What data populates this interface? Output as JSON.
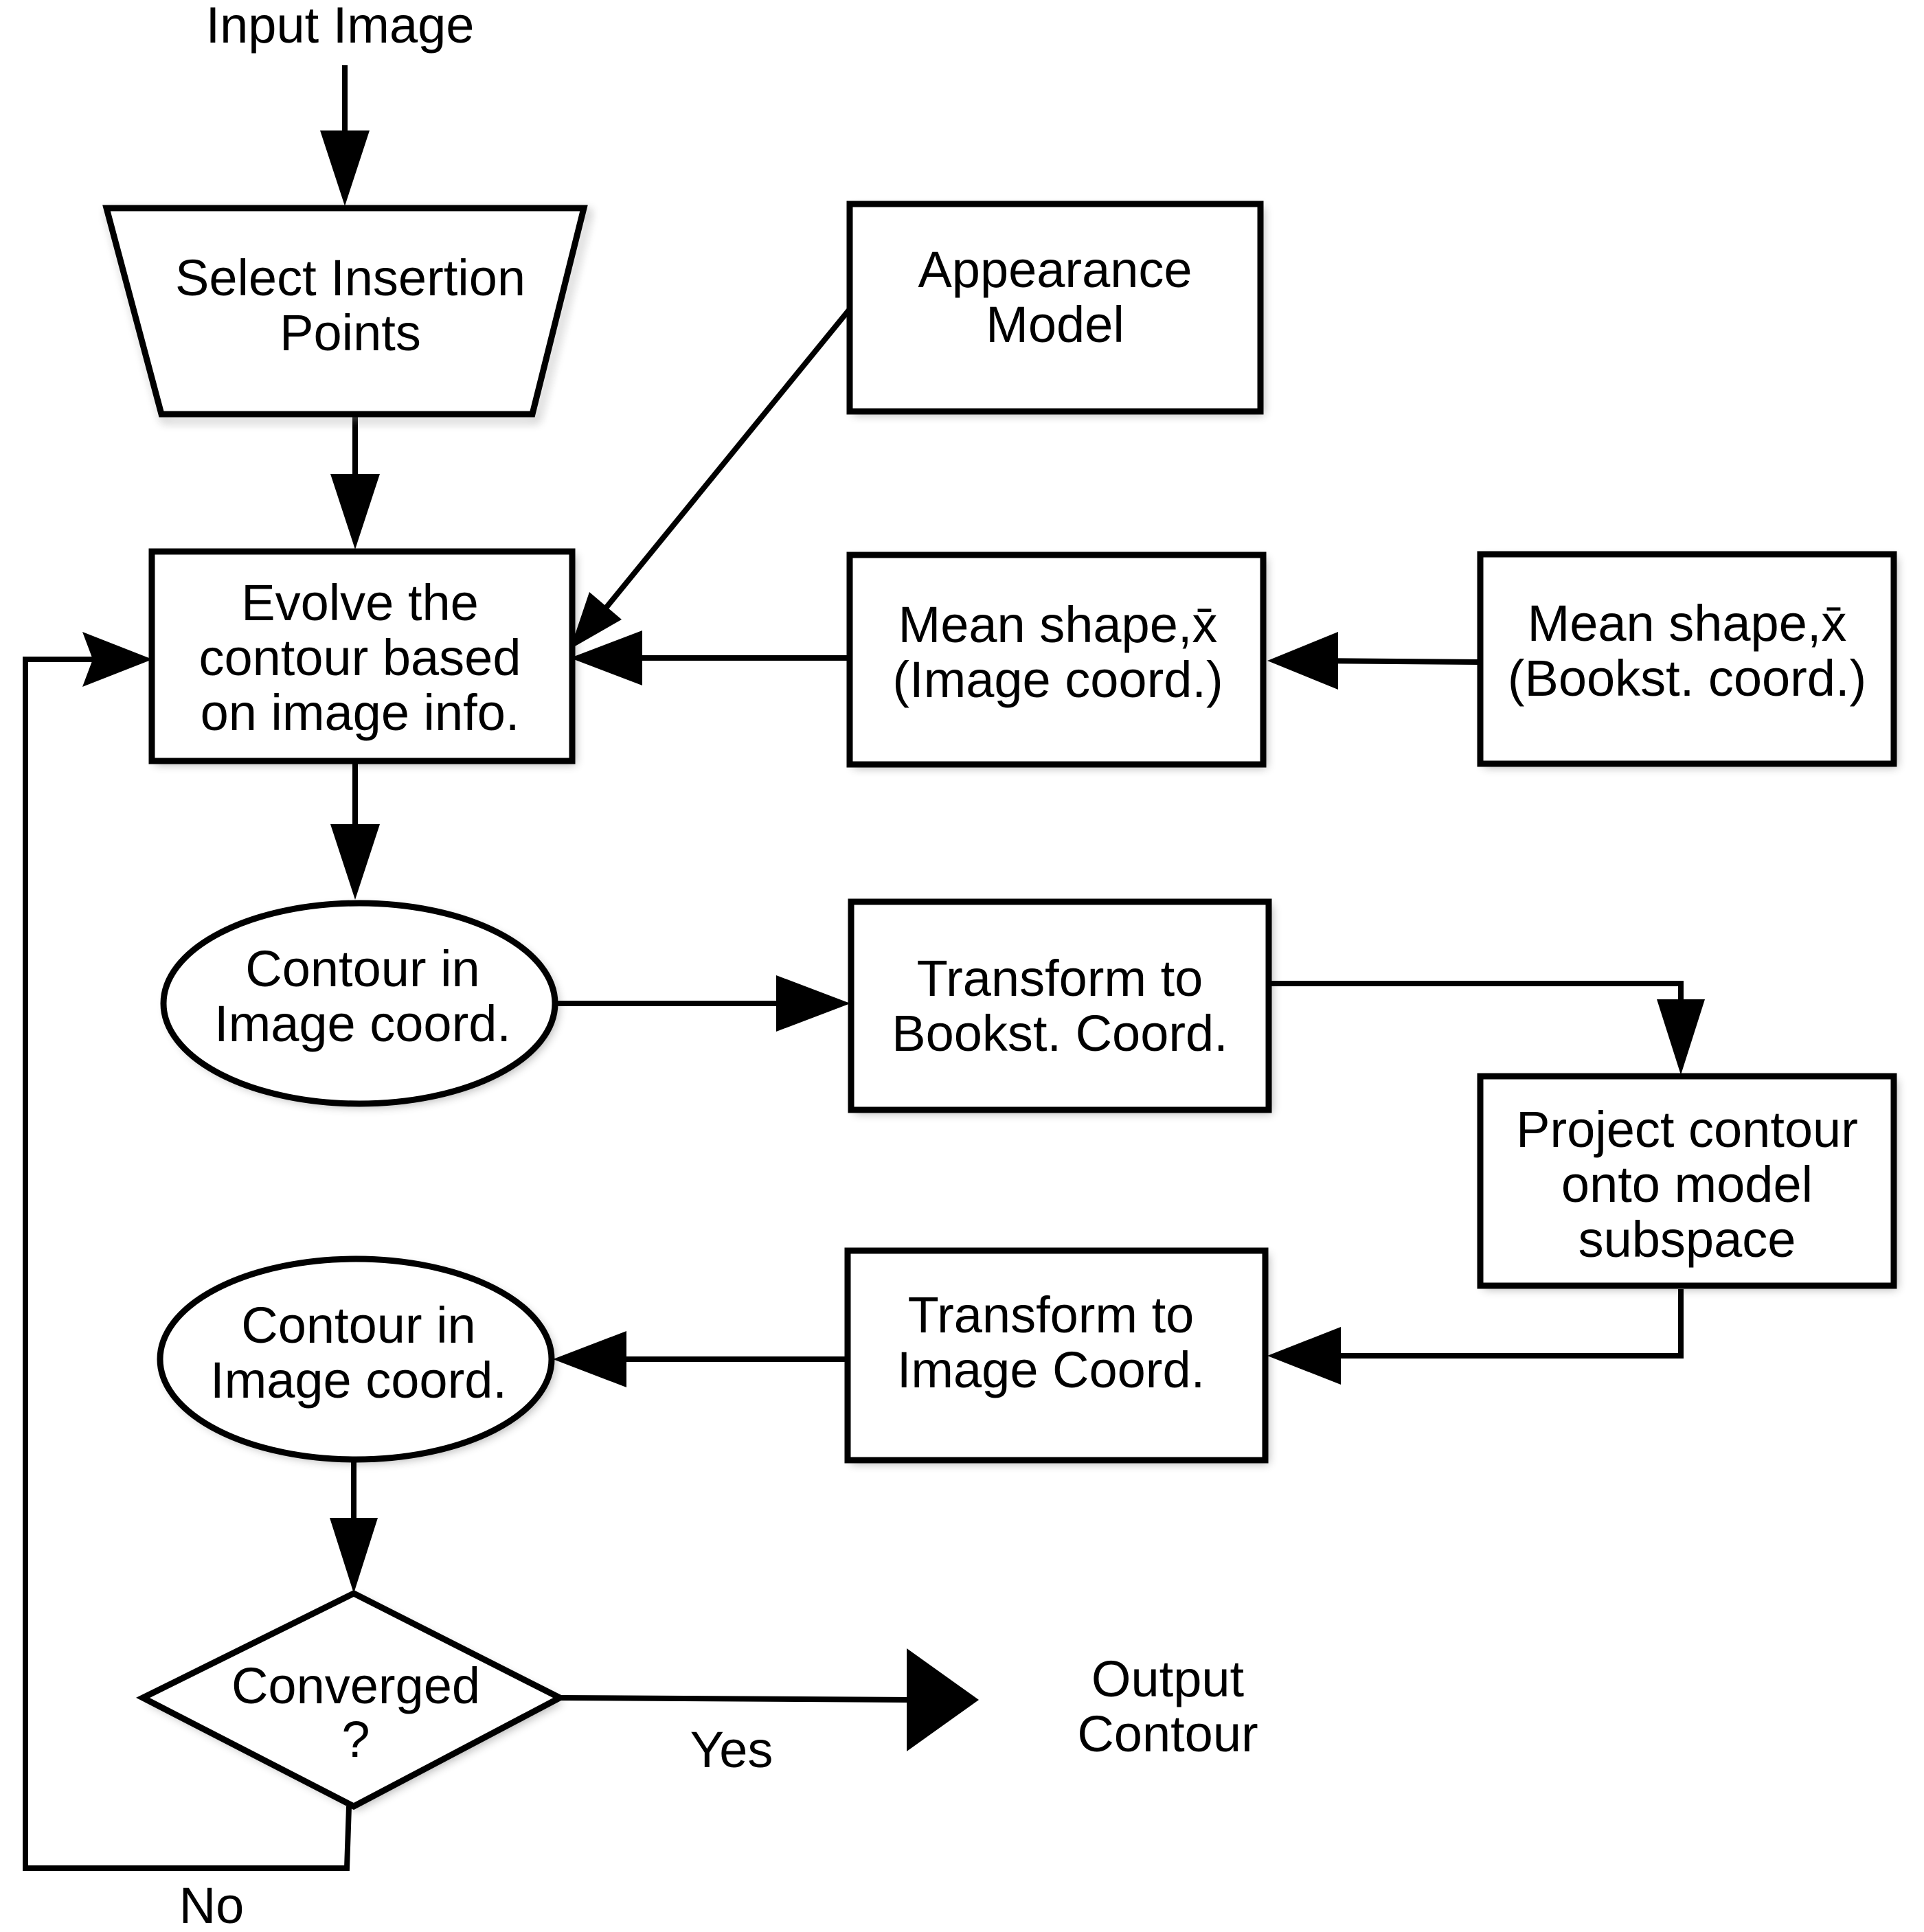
{
  "diagram": {
    "title": "",
    "nodes": {
      "input_image": {
        "lines": [
          "Input Image"
        ]
      },
      "select_insertion": {
        "lines": [
          "Select Insertion",
          "Points"
        ]
      },
      "appearance_model": {
        "lines": [
          "Appearance",
          "Model"
        ]
      },
      "evolve_contour": {
        "lines": [
          "Evolve the",
          "contour based",
          "on image info."
        ]
      },
      "mean_shape_image": {
        "lines": [
          "Mean shape,x̄",
          "(Image coord.)"
        ]
      },
      "mean_shape_bookst": {
        "lines": [
          "Mean shape,x̄",
          "(Bookst. coord.)"
        ]
      },
      "contour_image_1": {
        "lines": [
          "Contour in",
          "Image coord."
        ]
      },
      "transform_bookst": {
        "lines": [
          "Transform to",
          "Bookst. Coord."
        ]
      },
      "project_contour": {
        "lines": [
          "Project contour",
          "onto model",
          "subspace"
        ]
      },
      "transform_image": {
        "lines": [
          "Transform to",
          "Image Coord."
        ]
      },
      "contour_image_2": {
        "lines": [
          "Contour in",
          "Image coord."
        ]
      },
      "converged": {
        "lines": [
          "Converged",
          "?"
        ]
      },
      "output_contour": {
        "lines": [
          "Output",
          "Contour"
        ]
      }
    },
    "edges": [
      {
        "from": "input_image",
        "to": "select_insertion",
        "label": ""
      },
      {
        "from": "select_insertion",
        "to": "evolve_contour",
        "label": ""
      },
      {
        "from": "appearance_model",
        "to": "evolve_contour",
        "label": ""
      },
      {
        "from": "mean_shape_image",
        "to": "evolve_contour",
        "label": ""
      },
      {
        "from": "mean_shape_bookst",
        "to": "mean_shape_image",
        "label": ""
      },
      {
        "from": "evolve_contour",
        "to": "contour_image_1",
        "label": ""
      },
      {
        "from": "contour_image_1",
        "to": "transform_bookst",
        "label": ""
      },
      {
        "from": "transform_bookst",
        "to": "project_contour",
        "label": ""
      },
      {
        "from": "project_contour",
        "to": "transform_image",
        "label": ""
      },
      {
        "from": "transform_image",
        "to": "contour_image_2",
        "label": ""
      },
      {
        "from": "contour_image_2",
        "to": "converged",
        "label": ""
      },
      {
        "from": "converged",
        "to": "output_contour",
        "label": "Yes"
      },
      {
        "from": "converged",
        "to": "evolve_contour",
        "label": "No"
      }
    ],
    "edge_labels": {
      "yes": "Yes",
      "no": "No"
    }
  }
}
